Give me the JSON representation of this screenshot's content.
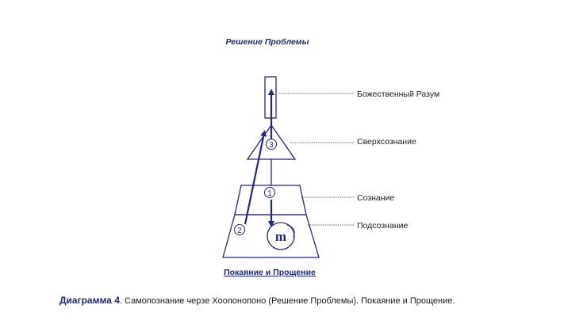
{
  "diagram": {
    "title": "Решение Проблемы",
    "bottom_title": "Покаяние и Прощение",
    "labels": {
      "divine": "Божественный Разум",
      "superconscious": "Сверхсознание",
      "conscious": "Сознание",
      "subconscious": "Подсознание"
    },
    "steps": {
      "one": "1",
      "two": "2",
      "three": "3"
    },
    "memory_symbol": "m",
    "colors": {
      "diagram": "#1f2a7a",
      "leader": "#333333"
    }
  },
  "caption": {
    "label": "Диаграмма 4",
    "text": ". Самопознание черзе Хоопонопоно (Решение Проблемы). Покаяние и Прощение."
  }
}
